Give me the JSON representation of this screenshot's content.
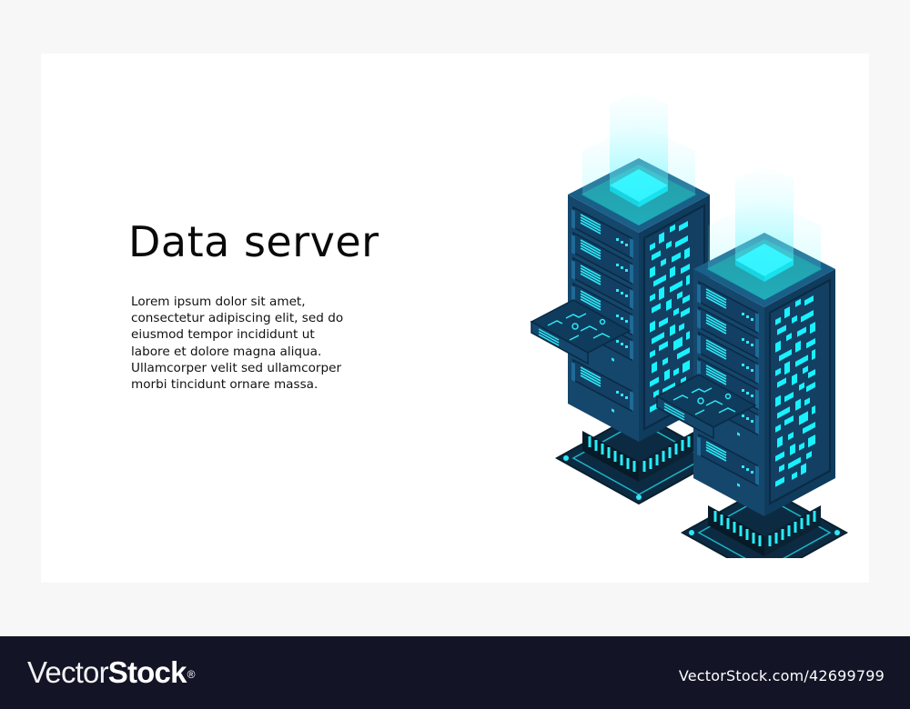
{
  "card": {
    "title": "Data server",
    "description": "Lorem ipsum dolor sit amet, consectetur adipiscing elit, sed do eiusmod tempor incididunt ut labore et dolore magna aliqua. Ullamcorper velit sed ullamcorper morbi tincidunt ornare massa.",
    "illustration": {
      "subject": "isometric-server-racks",
      "count": 2,
      "colors": {
        "rack_dark": "#0d3350",
        "rack_mid": "#14507a",
        "rack_front": "#17456a",
        "glow": "#00f0ff",
        "beam": "#7ff7ff",
        "base": "#0b2a40"
      }
    }
  },
  "footer": {
    "brand_light": "Vector",
    "brand_bold": "Stock",
    "brand_mark": "®",
    "asset_url": "VectorStock.com/42699799",
    "background": "#131426"
  },
  "page": {
    "background": "#f7f7f7",
    "card_background": "#ffffff"
  }
}
